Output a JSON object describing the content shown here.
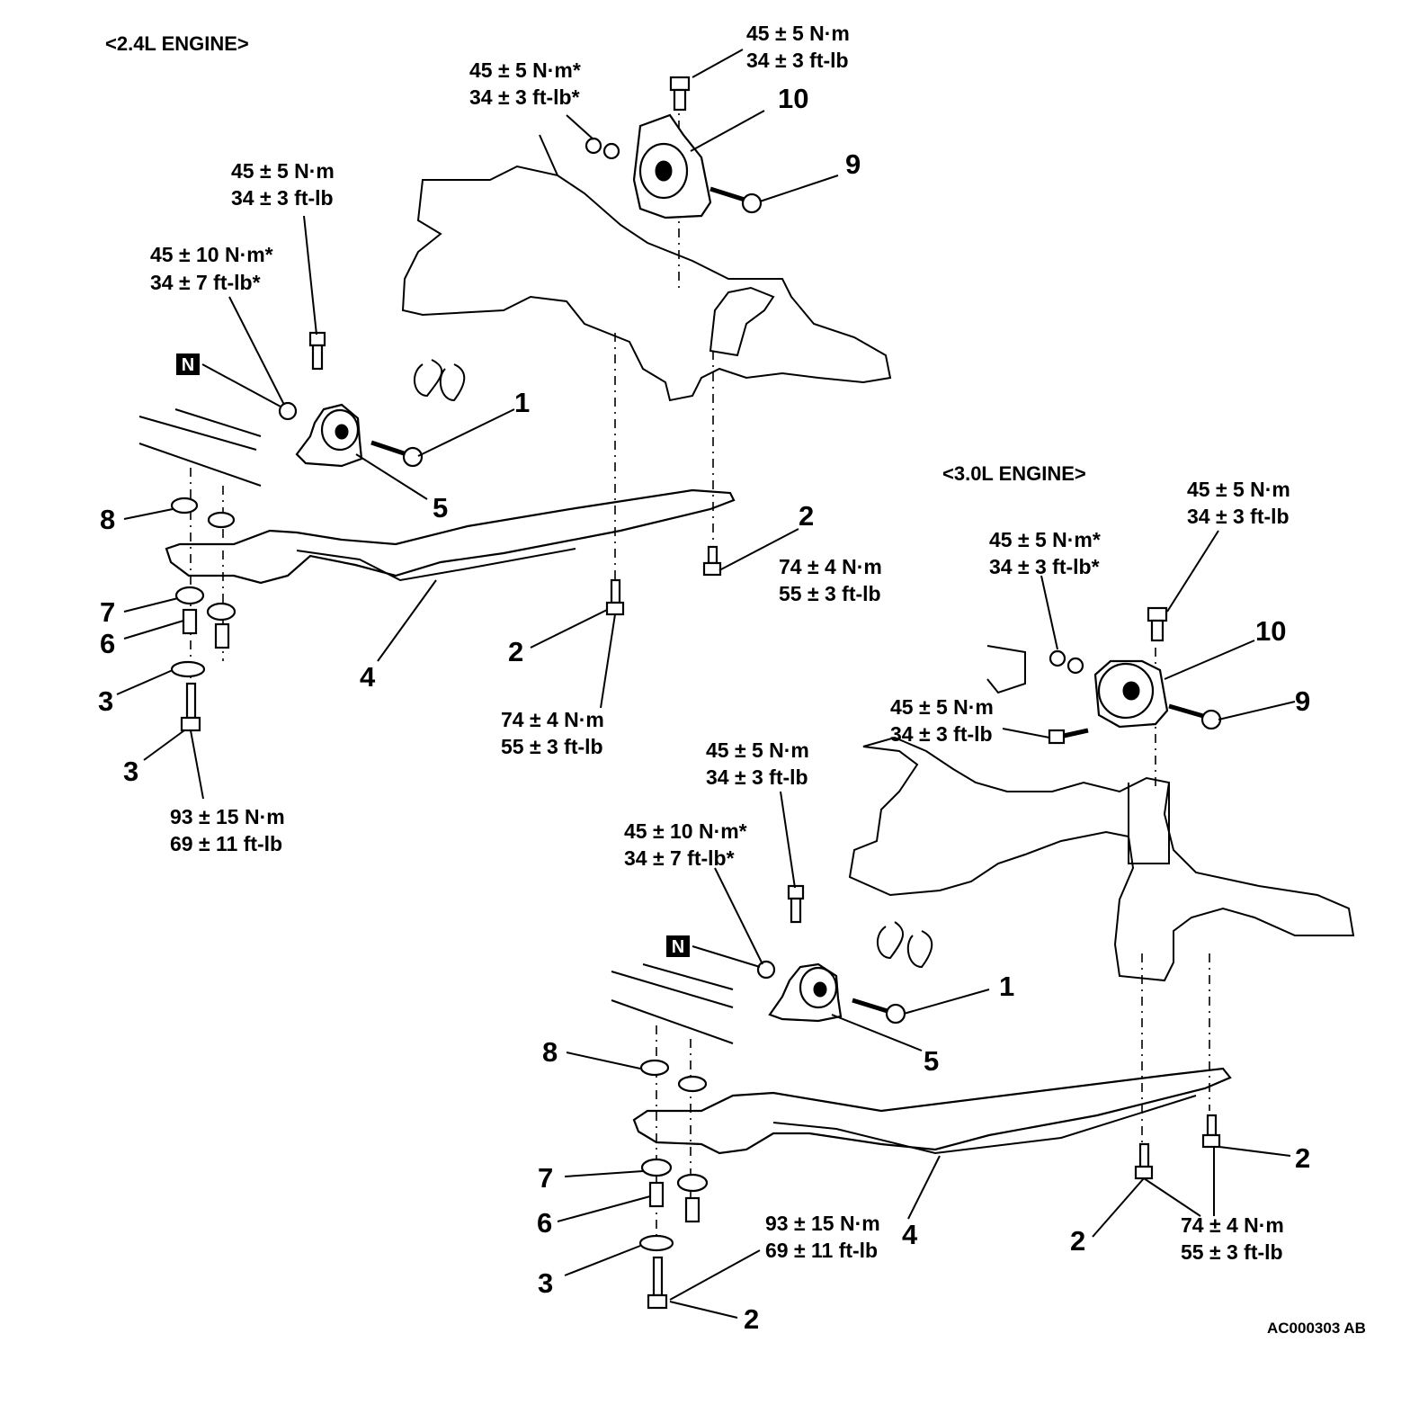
{
  "diagram_code": "AC000303 AB",
  "engine_24": {
    "header": "<2.4L ENGINE>",
    "callouts": {
      "c1": "1",
      "c2a": "2",
      "c2b": "2",
      "c3a": "3",
      "c3b": "3",
      "c4": "4",
      "c5": "5",
      "c6": "6",
      "c7": "7",
      "c8": "8",
      "c9": "9",
      "c10": "10",
      "n_badge": "N"
    },
    "torque": {
      "top_bolt": {
        "nm": "45 ± 5 N·m",
        "ftlb": "34 ± 3 ft-lb"
      },
      "mount_nuts": {
        "nm": "45 ± 5 N·m*",
        "ftlb": "34 ± 3 ft-lb*"
      },
      "mount5_bolt": {
        "nm": "45 ± 5 N·m",
        "ftlb": "34 ± 3 ft-lb"
      },
      "n_nut": {
        "nm": "45 ± 10 N·m*",
        "ftlb": "34 ± 7 ft-lb*"
      },
      "rear_bolt": {
        "nm": "74 ± 4 N·m",
        "ftlb": "55 ± 3 ft-lb"
      },
      "center_bolt": {
        "nm": "74 ± 4 N·m",
        "ftlb": "55 ± 3 ft-lb"
      },
      "front_bolt": {
        "nm": "93 ± 15 N·m",
        "ftlb": "69 ± 11 ft-lb"
      }
    }
  },
  "engine_30": {
    "header": "<3.0L ENGINE>",
    "callouts": {
      "c1": "1",
      "c2a": "2",
      "c2b": "2",
      "c2c": "2",
      "c3": "3",
      "c4": "4",
      "c5": "5",
      "c6": "6",
      "c7": "7",
      "c8": "8",
      "c9": "9",
      "c10": "10",
      "n_badge": "N"
    },
    "torque": {
      "top_bolt": {
        "nm": "45 ± 5 N·m",
        "ftlb": "34 ± 3 ft-lb"
      },
      "mount_nuts": {
        "nm": "45 ± 5 N·m*",
        "ftlb": "34 ± 3 ft-lb*"
      },
      "side_bolt": {
        "nm": "45 ± 5 N·m",
        "ftlb": "34 ± 3 ft-lb"
      },
      "mount5_bolt": {
        "nm": "45 ± 5 N·m",
        "ftlb": "34 ± 3 ft-lb"
      },
      "n_nut": {
        "nm": "45 ± 10 N·m*",
        "ftlb": "34 ± 7 ft-lb*"
      },
      "front_bolt": {
        "nm": "93 ± 15 N·m",
        "ftlb": "69 ± 11 ft-lb"
      },
      "rear_bolts": {
        "nm": "74 ± 4 N·m",
        "ftlb": "55 ± 3 ft-lb"
      }
    }
  }
}
